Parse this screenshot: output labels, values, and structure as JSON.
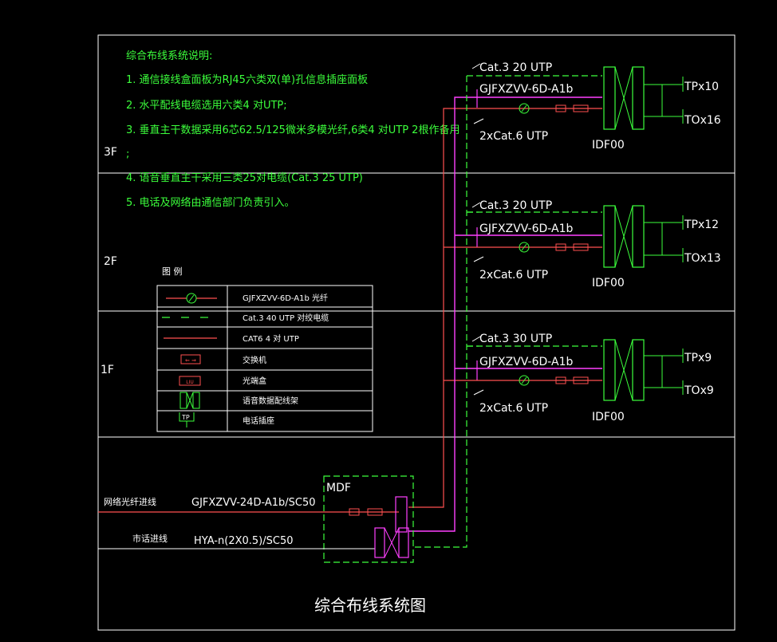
{
  "notes": {
    "heading": "综合布线系统说明:",
    "items": [
      "1. 通信接线盒面板为RJ45六类双(单)孔信息插座面板",
      "2. 水平配线电缆选用六类4 对UTP;",
      "3. 垂直主干数据采用6芯62.5/125微米多模光纤,6类4 对UTP  2根作备用",
      ";",
      "4. 语音垂直主干采用三类25对电缆(Cat.3   25 UTP)",
      "5. 电话及网络由通信部门负责引入。"
    ]
  },
  "floors": [
    {
      "label": "3F",
      "cat3": "Cat.3   20  UTP",
      "fiber": "GJFXZVV-6D-A1b",
      "cat6": "2xCat.6     UTP",
      "idf": "IDF00",
      "tp": "TPx10",
      "to": "TOx16"
    },
    {
      "label": "2F",
      "cat3": "Cat.3   20  UTP",
      "fiber": "GJFXZVV-6D-A1b",
      "cat6": "2xCat.6     UTP",
      "idf": "IDF00",
      "tp": "TPx12",
      "to": "TOx13"
    },
    {
      "label": "1F",
      "cat3": "Cat.3   30  UTP",
      "fiber": "GJFXZVV-6D-A1b",
      "cat6": "2xCat.6     UTP",
      "idf": "IDF00",
      "tp": "TPx9",
      "to": "TOx9"
    }
  ],
  "legend": {
    "header": "图        例",
    "rows": [
      {
        "label": "GJFXZVV-6D-A1b    光纤"
      },
      {
        "label": "Cat.3    40  UTP  对绞电缆"
      },
      {
        "label": "CAT6  4 对 UTP"
      },
      {
        "label": "交换机",
        "symbol_text": "⇐ ⇒"
      },
      {
        "label": "光端盒",
        "symbol_text": "LIU"
      },
      {
        "label": "语音数据配线架"
      },
      {
        "label": "电话插座",
        "symbol_text": "TP"
      }
    ]
  },
  "mdf": {
    "label": "MDF",
    "fiber_in_label": "网络光纤进线",
    "fiber_in_cable": "GJFXZVV-24D-A1b/SC50",
    "phone_in_label": "市话进线",
    "phone_in_cable": "HYA-n(2X0.5)/SC50"
  },
  "title": "综合布线系统图",
  "colors": {
    "background": "#000000",
    "green": "#3cff3c",
    "red": "#ff5050",
    "magenta": "#ff40ff",
    "frame": "#ffffff"
  }
}
